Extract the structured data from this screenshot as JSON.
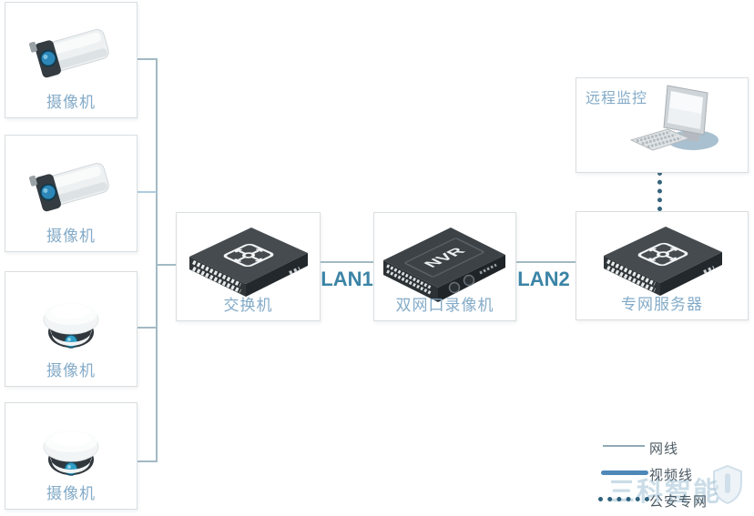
{
  "diagram": {
    "cameras": [
      {
        "label": "摄像机",
        "type": "bullet"
      },
      {
        "label": "摄像机",
        "type": "bullet"
      },
      {
        "label": "摄像机",
        "type": "dome"
      },
      {
        "label": "摄像机",
        "type": "dome"
      }
    ],
    "switch": {
      "label": "交换机"
    },
    "nvr": {
      "label": "双网口录像机",
      "device_text": "NVR"
    },
    "server": {
      "label": "专网服务器"
    },
    "remote_monitor": {
      "label": "远程监控"
    },
    "links": {
      "lan1_label": "LAN1",
      "lan2_label": "LAN2"
    },
    "legend": {
      "items": [
        {
          "line_style": "thin-line",
          "label": "网线"
        },
        {
          "line_style": "thick-blue-line",
          "label": "视频线"
        },
        {
          "line_style": "dotted-line",
          "label": "公安专网"
        }
      ]
    },
    "watermark": {
      "text": "三科智能",
      "icon": "shield-icon"
    },
    "colors": {
      "node_label": "#84abc8",
      "lan_label": "#3b84a6",
      "thin_line": "#a3bac4",
      "video_line": "#4e88b8",
      "security_net_line": "#35637c",
      "device_body": "#3a4145",
      "box_border": "#d9dee1",
      "watermark": "#9fc0d4"
    }
  }
}
